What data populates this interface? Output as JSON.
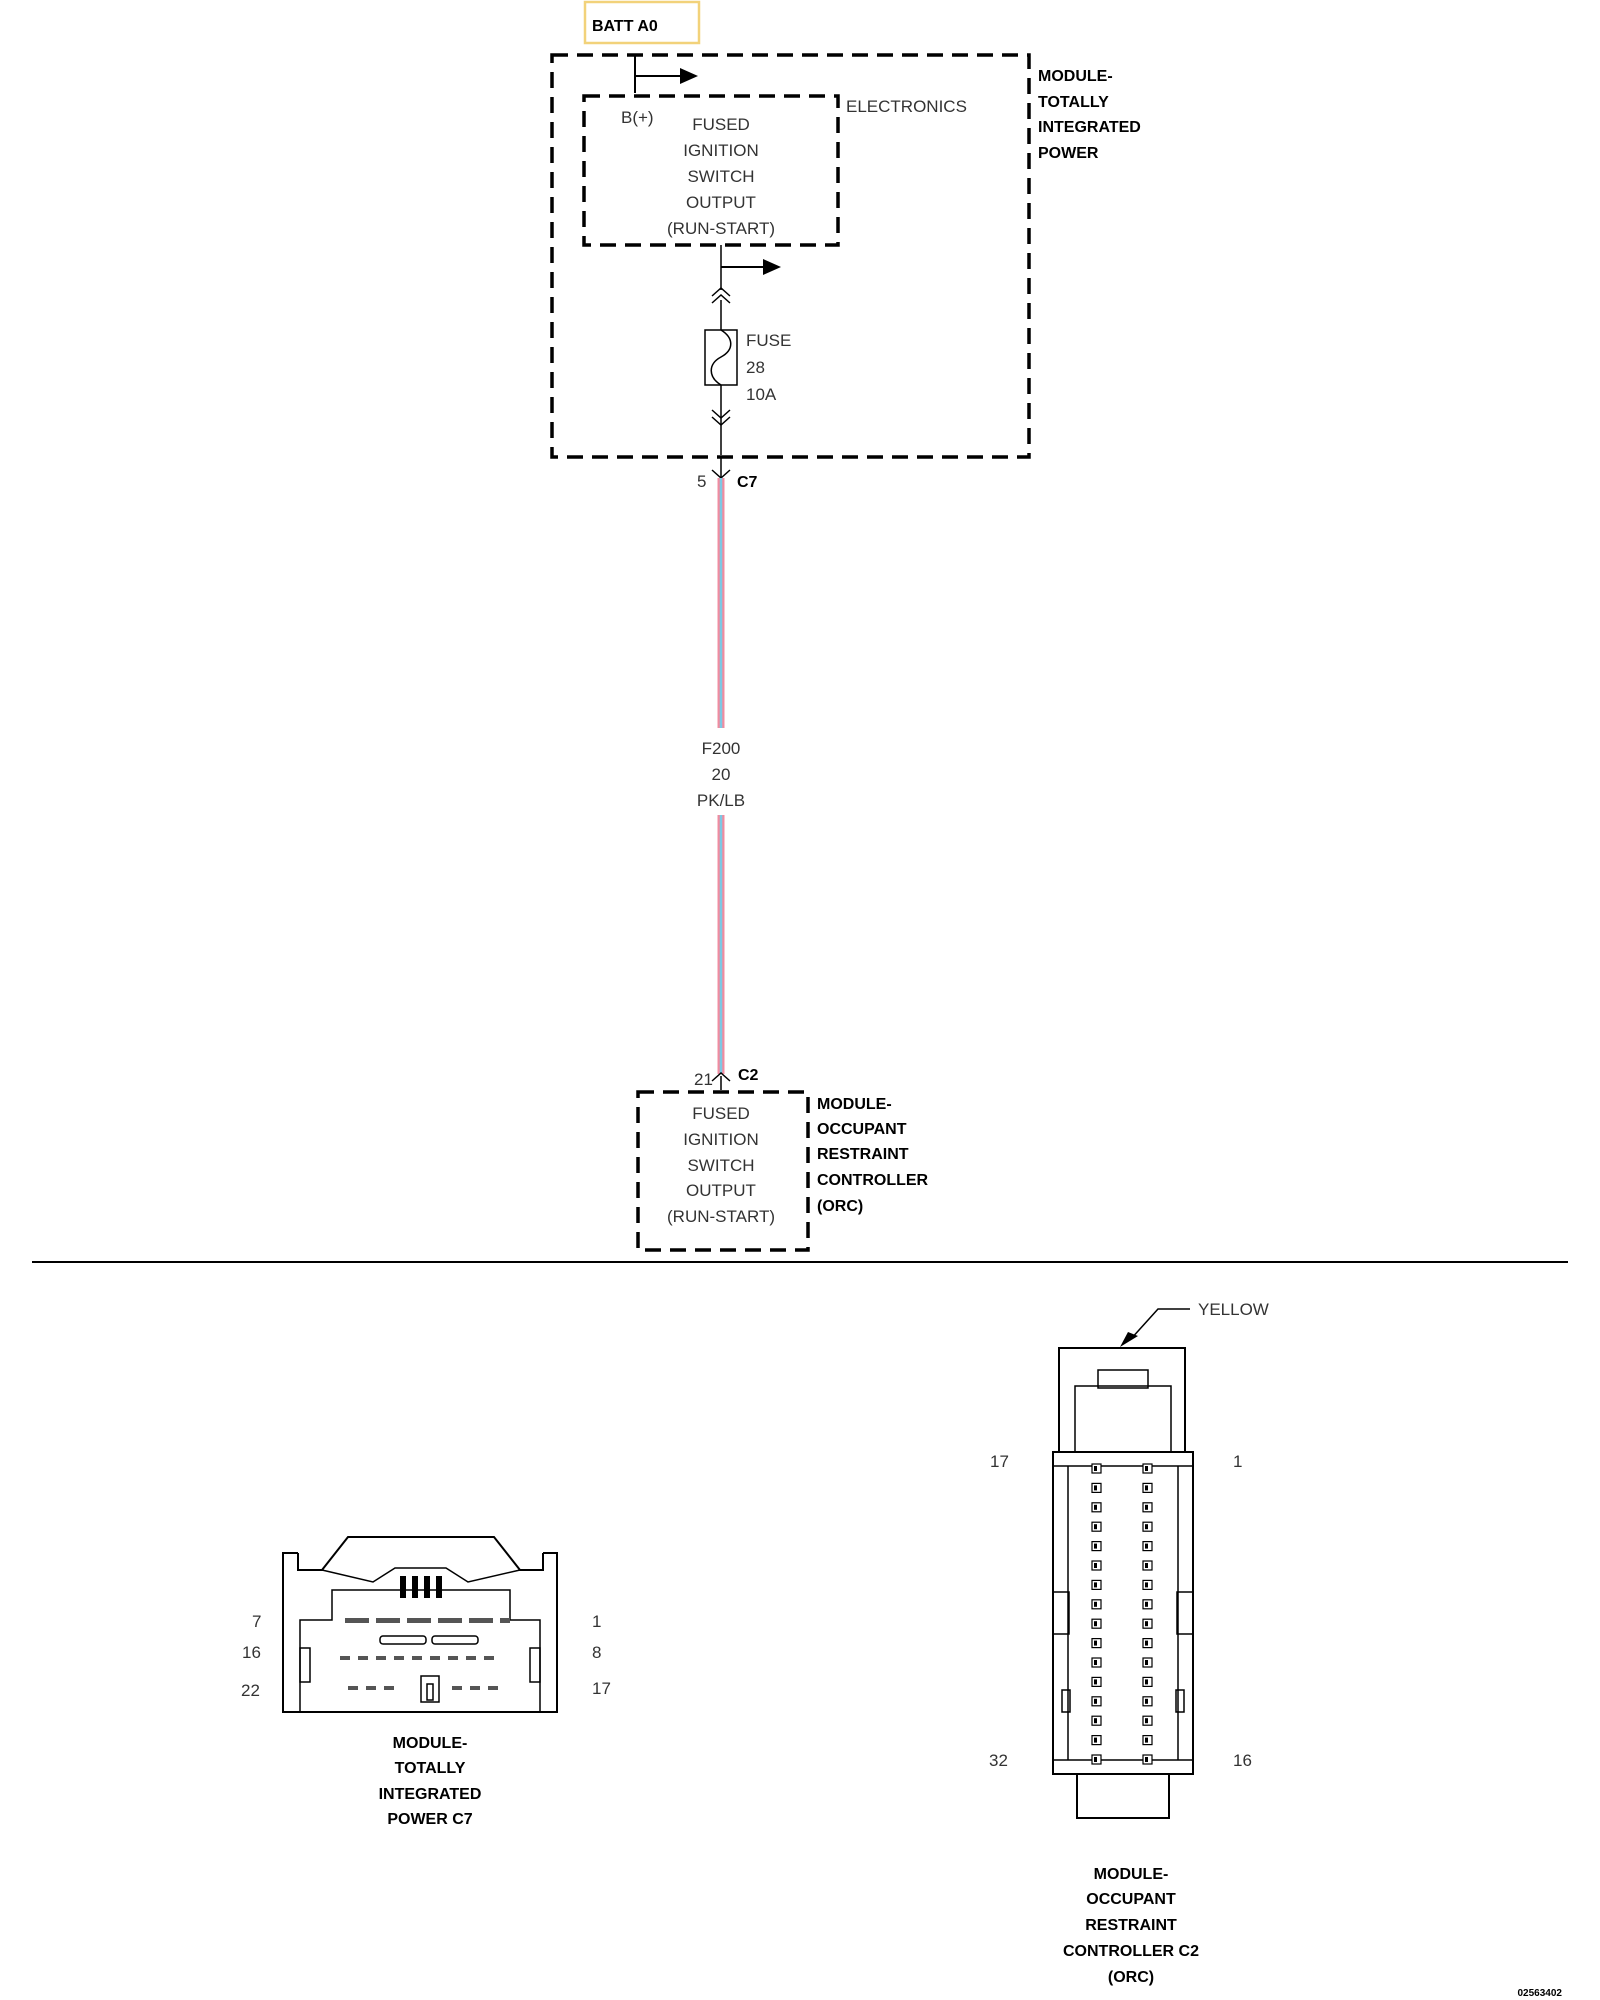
{
  "power_source": {
    "label": "BATT A0",
    "highlight_color": "#F2D27A"
  },
  "tipm_module": {
    "title": [
      "MODULE-",
      "TOTALLY",
      "INTEGRATED",
      "POWER"
    ]
  },
  "electronics_block": {
    "label": "ELECTRONICS",
    "input_label": "B(+)",
    "function_lines": [
      "FUSED",
      "IGNITION",
      "SWITCH",
      "OUTPUT",
      "(RUN-START)"
    ]
  },
  "fuse": {
    "lines": [
      "FUSE",
      "28",
      "10A"
    ]
  },
  "connector_c7": {
    "pin": "5",
    "name": "C7"
  },
  "wire": {
    "circuit": "F200",
    "gauge": "20",
    "color_code": "PK/LB",
    "colors": {
      "primary": "#F08CA0",
      "tracer": "#7EC8E3"
    }
  },
  "connector_c2": {
    "pin": "21",
    "name": "C2"
  },
  "orc_module": {
    "title": [
      "MODULE-",
      "OCCUPANT",
      "RESTRAINT",
      "CONTROLLER",
      "(ORC)"
    ],
    "function_lines": [
      "FUSED",
      "IGNITION",
      "SWITCH",
      "OUTPUT",
      "(RUN-START)"
    ]
  },
  "c7_connector_view": {
    "pin_labels": [
      "7",
      "16",
      "22",
      "1",
      "8",
      "17"
    ],
    "caption": [
      "MODULE-",
      "TOTALLY",
      "INTEGRATED",
      "POWER C7"
    ]
  },
  "c2_connector_view": {
    "color_label": "YELLOW",
    "pin_labels": [
      "17",
      "1",
      "32",
      "16"
    ],
    "caption": [
      "MODULE-",
      "OCCUPANT",
      "RESTRAINT",
      "CONTROLLER C2",
      "(ORC)"
    ]
  },
  "figure_id": "02563402"
}
